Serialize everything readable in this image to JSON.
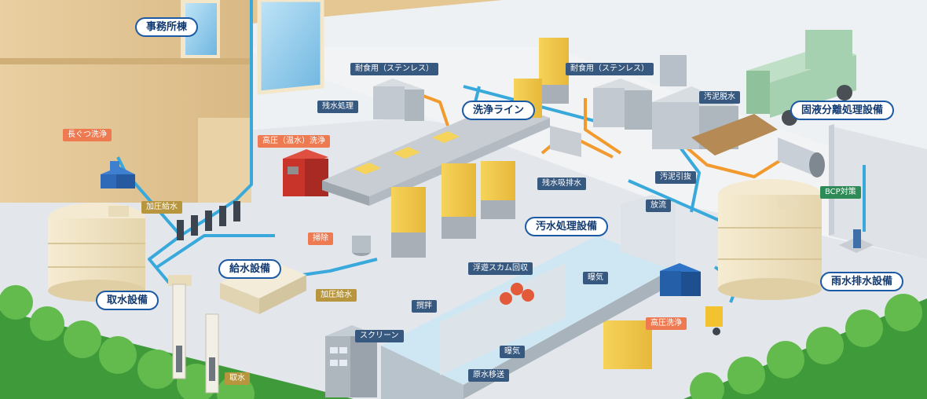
{
  "colors": {
    "water_pipe": "#39a9dc",
    "sludge_pipe": "#f29a2e",
    "main_label_border": "#1c5aa6",
    "tag_blue": "#37587f",
    "tag_orange": "#ee7a51",
    "tag_gold": "#b8963e",
    "tag_green": "#2e8b57"
  },
  "labels": {
    "office_building": "事務所棟",
    "washing_line": "洗浄ライン",
    "solid_liquid_separation": "固液分離処理設備",
    "wastewater_treatment": "汚水処理設備",
    "water_supply": "給水設備",
    "water_intake": "取水設備",
    "rainwater_drainage": "雨水排水設備"
  },
  "tags": {
    "corrosion_stainless_left": "耐食用（ステンレス）",
    "corrosion_stainless_right": "耐食用（ステンレス）",
    "residual_water_treatment": "残水処理",
    "boot_washing": "長ぐつ洗浄",
    "high_pressure_hot_washing": "高圧（温水）洗浄",
    "pressurized_water_supply_left": "加圧給水",
    "pressurized_water_supply_right": "加圧給水",
    "cleaning": "掃除",
    "residual_water_suction": "残水吸排水",
    "sludge_dewatering": "汚泥脱水",
    "sludge_extraction": "汚泥引抜",
    "discharge": "放流",
    "bcp": "BCP対策",
    "floating_scum_recovery": "浮遊スカム回収",
    "aeration_upper": "曝気",
    "agitation": "撹拌",
    "screen": "スクリーン",
    "aeration_lower": "曝気",
    "raw_water_transfer": "原水移送",
    "high_pressure_washing": "高圧洗浄",
    "water_intake_small": "取水"
  }
}
